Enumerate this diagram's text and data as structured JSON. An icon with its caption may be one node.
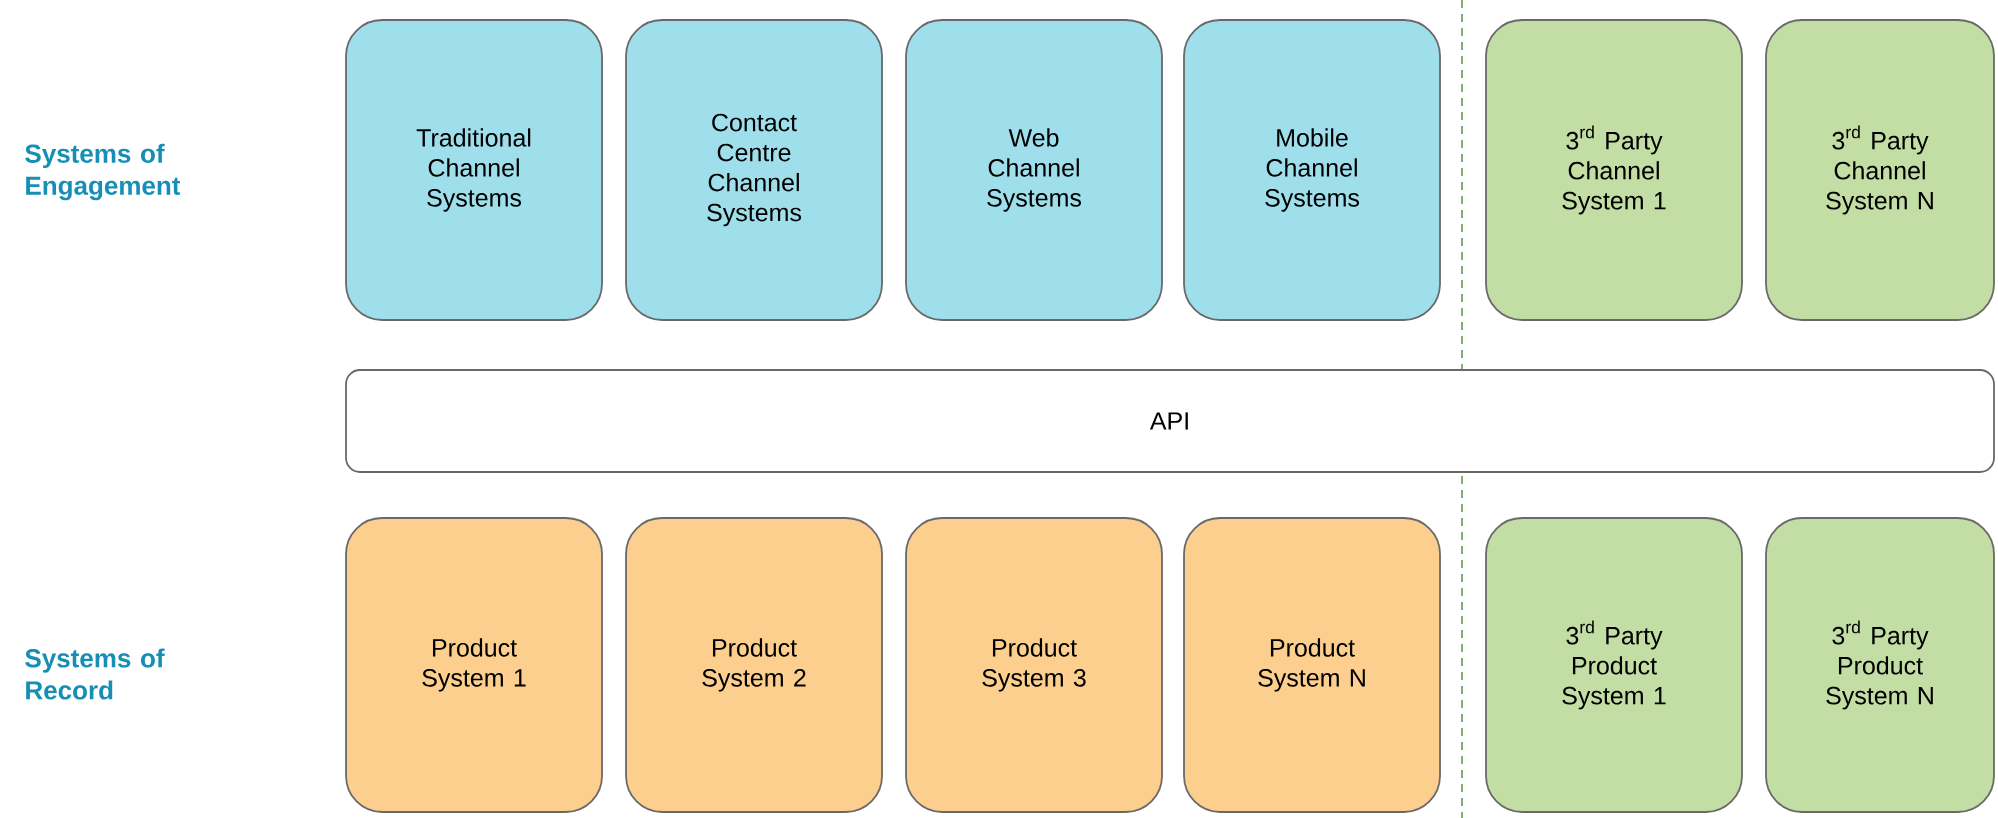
{
  "diagram": {
    "nodes": [
      {
        "text": [
          "Traditional Channel Systems"
        ]
      },
      {
        "text": [
          "Contact Centre Channel Systems"
        ]
      },
      {
        "text": [
          "Web Channel Systems"
        ]
      },
      {
        "text": [
          "Mobile Channel Systems"
        ]
      },
      {
        "text": [
          "\\text{3}^{\\text{rd}}",
          "Party Channel System 1"
        ]
      },
      {
        "text": [
          "\\text{3}^{\\text{rd}}",
          "Party Channel System N"
        ]
      },
      {
        "text": [
          "API"
        ]
      },
      {
        "text": [
          "Product System 1"
        ]
      },
      {
        "text": [
          "Product System 2"
        ]
      },
      {
        "text": [
          "Product System 3"
        ]
      },
      {
        "text": [
          "Product System N"
        ]
      },
      {
        "text": [
          "\\text{3}^{\\text{rd}}",
          "Party Product System 1"
        ]
      },
      {
        "text": [
          "\\text{3}^{\\text{rd}}",
          "Party Product System N"
        ]
      }
    ],
    "labels": [
      "Systems of Engagement",
      "Systems of Record"
    ]
  }
}
